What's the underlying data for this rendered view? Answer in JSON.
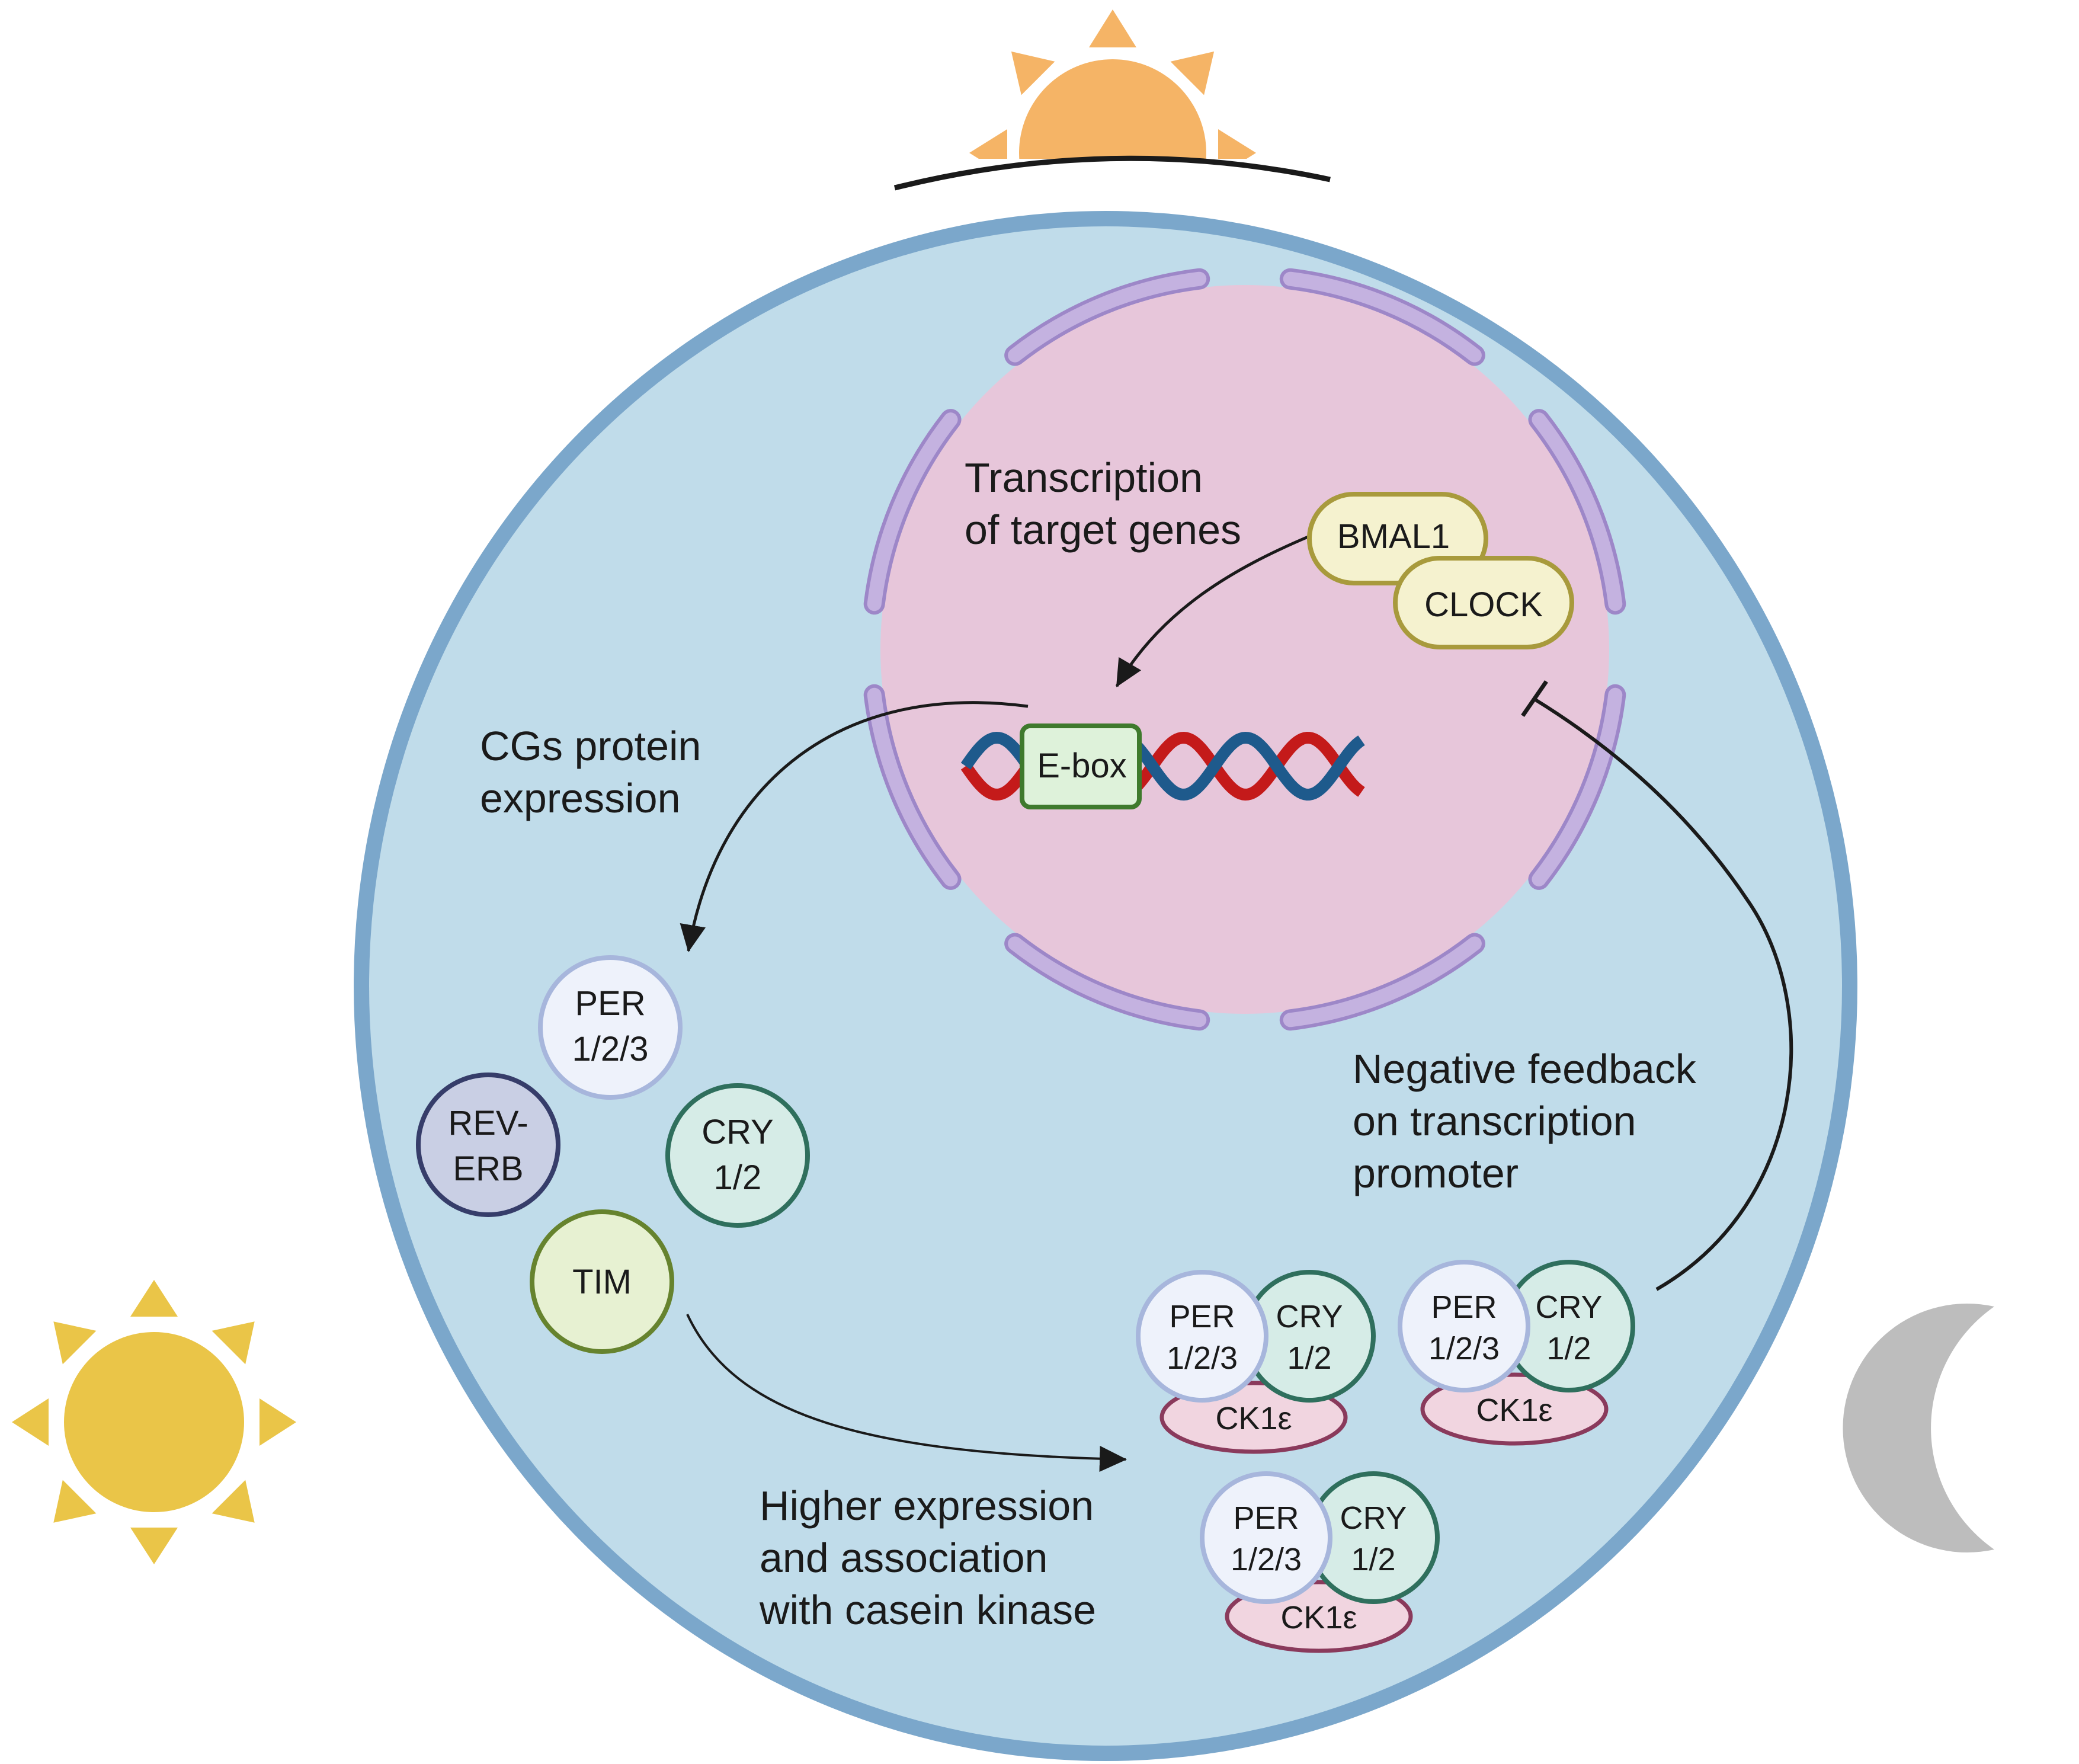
{
  "labels": {
    "transcription": [
      "Transcription",
      "of target genes"
    ],
    "cgs_expression": [
      "CGs protein",
      "expression"
    ],
    "negative_feedback": [
      "Negative feedback",
      "on transcription",
      "promoter"
    ],
    "higher_expression": [
      "Higher expression",
      "and association",
      "with casein kinase"
    ]
  },
  "nodes": {
    "bmal1": "BMAL1",
    "clock": "CLOCK",
    "ebox": "E-box",
    "per": [
      "PER",
      "1/2/3"
    ],
    "cry": [
      "CRY",
      "1/2"
    ],
    "reverb": [
      "REV-",
      "ERB"
    ],
    "tim": "TIM",
    "ck1e": "CK1ε"
  },
  "colors": {
    "cell_fill": "#c0dcea",
    "cell_stroke": "#7ba7cb",
    "nucleus_fill": "#e7c6da",
    "nuclear_membrane": "#c4b2e0",
    "sun_rising": "#f5b466",
    "sun_day": "#eac548",
    "moon": "#bdbdbd",
    "dna_red": "#c41a1a",
    "dna_blue": "#1e5a8c"
  }
}
